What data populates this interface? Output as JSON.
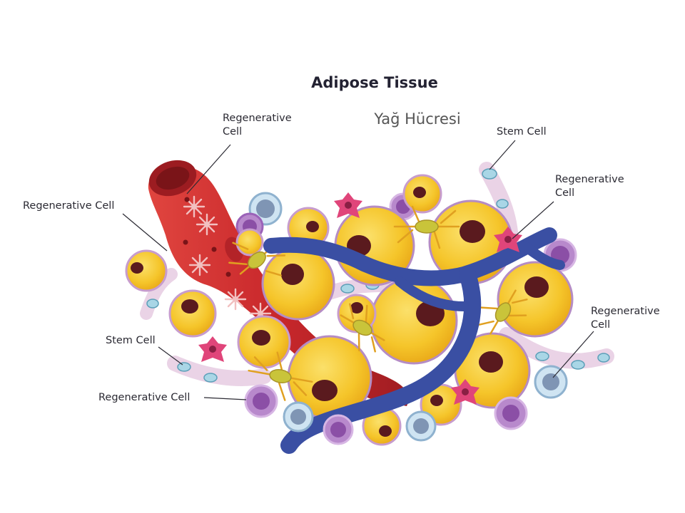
{
  "title": "Adipose Tissue",
  "subtitle": "Yağ Hücresi",
  "labels": {
    "regen_top_line1": "Regenerative",
    "regen_top_line2": "Cell",
    "stem_top": "Stem Cell",
    "regen_right_top_line1": "Regenerative",
    "regen_right_top_line2": "Cell",
    "regen_left": "Regenerative Cell",
    "regen_right_mid_line1": "Regenerative",
    "regen_right_mid_line2": "Cell",
    "stem_left": "Stem Cell",
    "regen_bottom_left": "Regenerative Cell"
  },
  "colors": {
    "fat_cell": "#f5c52a",
    "fat_nucleus": "#5a1a1e",
    "blood_vessel": "#c8272b",
    "vein": "#3a4fa3",
    "stem_tube": "#ead3e6",
    "stem_cell": "#a9d6e6",
    "regen_pink": "#e0457a",
    "regen_purple": "#9b62b8",
    "regen_blue": "#8fb2cf",
    "pericyte": "#c9b130",
    "text": "#2b2a33"
  },
  "icons": [
    "blood-vessel-icon",
    "vein-icon",
    "fat-cell-icon",
    "stem-cell-icon",
    "regenerative-cell-icon",
    "pericyte-icon"
  ]
}
